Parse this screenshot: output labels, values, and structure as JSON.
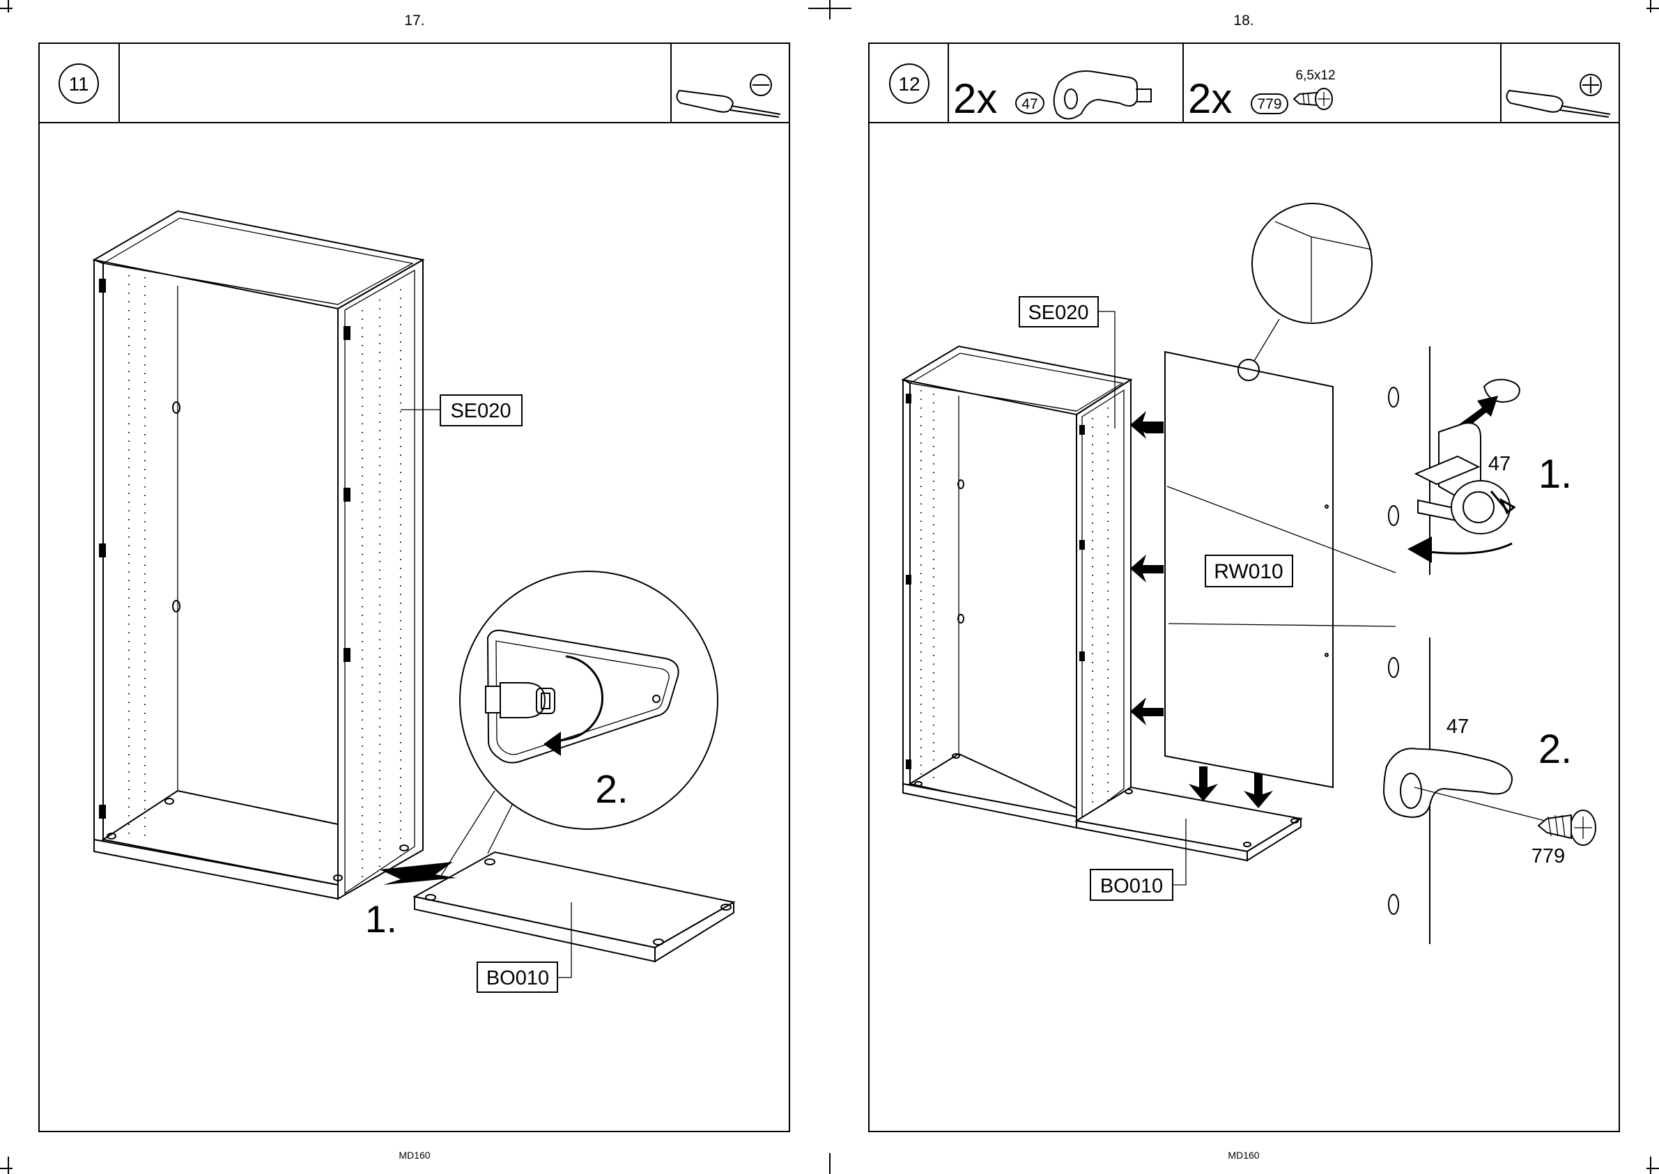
{
  "pages": [
    {
      "page_number": "17.",
      "footer": "MD160",
      "step": "11",
      "screwdriver_type": "flathead",
      "labels": {
        "side_panel": "SE020",
        "bottom_panel": "BO010"
      },
      "callouts": {
        "step1": "1.",
        "step2": "2."
      }
    },
    {
      "page_number": "18.",
      "footer": "MD160",
      "step": "12",
      "screwdriver_type": "phillips",
      "parts": [
        {
          "qty": "2x",
          "part_no": "47",
          "size": ""
        },
        {
          "qty": "2x",
          "part_no": "779",
          "size": "6,5x12"
        }
      ],
      "labels": {
        "side_panel": "SE020",
        "back_panel": "RW010",
        "bottom_panel": "BO010"
      },
      "callouts": {
        "step1": "1.",
        "step2": "2.",
        "part_a": "47",
        "part_b": "47",
        "part_c": "779"
      }
    }
  ]
}
